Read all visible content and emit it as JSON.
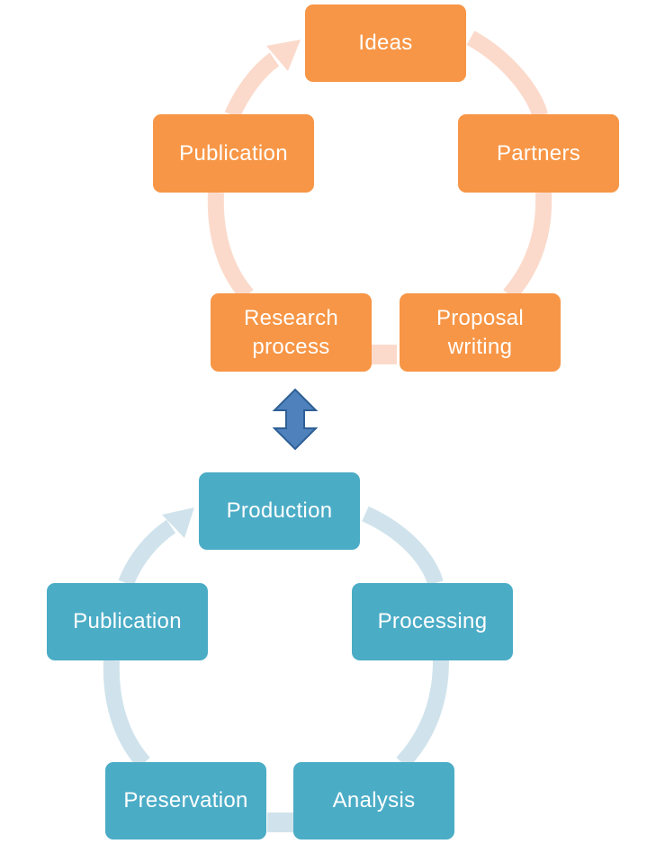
{
  "colors": {
    "research_box": "#F79646",
    "research_arc": "#FBDACB",
    "data_box": "#4BACC6",
    "data_arc": "#D0E3EC",
    "link_arrow_fill": "#4F81BD",
    "link_arrow_stroke": "#2E5F95",
    "box_text": "#FFFFFF"
  },
  "research_cycle": {
    "ideas": "Ideas",
    "partners": "Partners",
    "proposal_writing_line1": "Proposal",
    "proposal_writing_line2": "writing",
    "research_process_line1": "Research",
    "research_process_line2": "process",
    "publication": "Publication"
  },
  "link": {
    "icon": "double-headed-vertical-arrow"
  },
  "data_cycle": {
    "production": "Production",
    "processing": "Processing",
    "analysis": "Analysis",
    "preservation": "Preservation",
    "publication": "Publication"
  }
}
